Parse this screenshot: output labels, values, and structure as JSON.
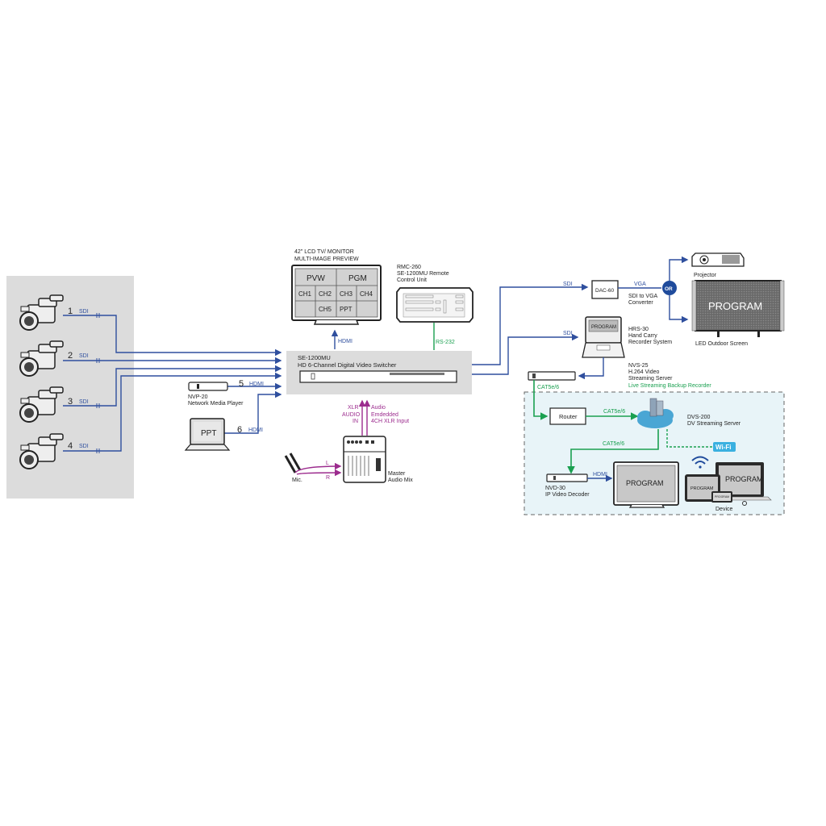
{
  "cameras": [
    {
      "number": "1",
      "signal": "SDI"
    },
    {
      "number": "2",
      "signal": "SDI"
    },
    {
      "number": "3",
      "signal": "SDI"
    },
    {
      "number": "4",
      "signal": "SDI"
    }
  ],
  "media_player": {
    "number": "5",
    "signal": "HDMI",
    "model": "NVP-20",
    "desc": "Network Media Player"
  },
  "laptop": {
    "number": "6",
    "signal": "HDMI",
    "screen": "PPT"
  },
  "monitor": {
    "title_line1": "42\" LCD TV/ MONITOR",
    "title_line2": "MULTI-IMAGE PREVIEW",
    "cells": [
      "PVW",
      "PGM",
      "CH1",
      "CH2",
      "CH3",
      "CH4",
      "",
      "CH5",
      "PPT",
      ""
    ],
    "link": "HDMI"
  },
  "remote": {
    "model": "RMC-260",
    "desc_line1": "SE-1200MU Remote",
    "desc_line2": "Control Unit",
    "link": "RS-232"
  },
  "switcher": {
    "model": "SE-1200MU",
    "desc": "HD 6-Channel Digital Video Switcher"
  },
  "audio": {
    "xlr_line1": "XLR",
    "xlr_line2": "AUDIO",
    "xlr_line3": "IN",
    "emb_line1": "Audio",
    "emb_line2": "Emdedded",
    "emb_line3": "4CH XLR Input",
    "mic": "Mic.",
    "left": "L",
    "right": "R",
    "mixer_line1": "Master",
    "mixer_line2": "Audio Mix"
  },
  "dac": {
    "model": "DAC-60",
    "in": "SDI",
    "out": "VGA",
    "desc_line1": "SDI to VGA",
    "desc_line2": "Converter"
  },
  "or_badge": "OR",
  "projector": {
    "label": "Projector"
  },
  "led_screen": {
    "screen": "PROGRAM",
    "label": "LED Outdoor Screen"
  },
  "recorder": {
    "link": "SDI",
    "screen": "PROGRAM",
    "model": "HRS-30",
    "desc_line1": "Hand Carry",
    "desc_line2": "Recorder System"
  },
  "nvs": {
    "model": "NVS-25",
    "desc_line1": "H.264 Video",
    "desc_line2": "Streaming Server",
    "desc_line3": "Live Streaming Backup Recorder",
    "link": "CAT5e/6"
  },
  "network": {
    "router": "Router",
    "router_link": "CAT5e/6",
    "server_model": "DVS-200",
    "server_desc": "DV Streaming Server",
    "server_link": "CAT5e/6",
    "wifi": "Wi-Fi",
    "decoder_model": "NVD-30",
    "decoder_desc": "IP Video Decoder",
    "decoder_link": "HDMI",
    "tv_screen": "PROGRAM",
    "laptop_screen": "PROGRAM",
    "tablet_screen": "PROGRAM",
    "phone_screen": "PROGRAM",
    "device_label": "Device"
  },
  "colors": {
    "sdi": "#2f4f9e",
    "network": "#1aa050",
    "audio": "#9c2c8e",
    "or_badge": "#1f4b9c",
    "wifi": "#3ab0e0"
  }
}
